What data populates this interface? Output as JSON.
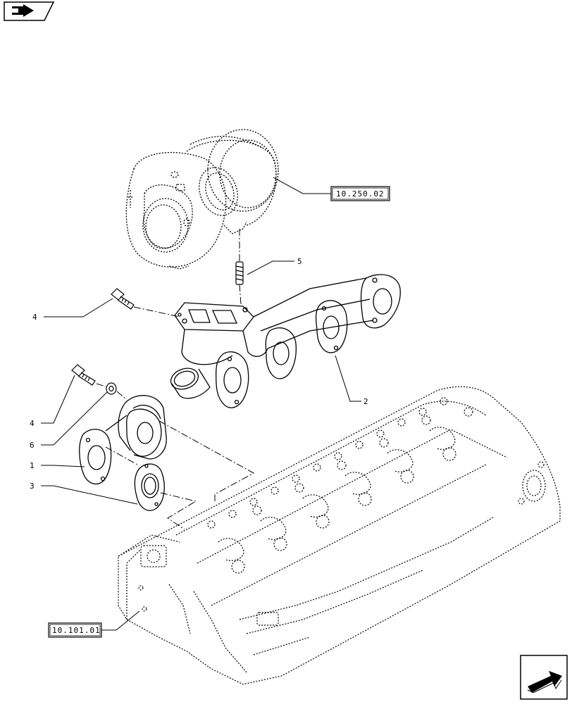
{
  "callouts": [
    {
      "id": "c5",
      "label": "5"
    },
    {
      "id": "c4a",
      "label": "4"
    },
    {
      "id": "c2",
      "label": "2"
    },
    {
      "id": "c4b",
      "label": "4"
    },
    {
      "id": "c6",
      "label": "6"
    },
    {
      "id": "c1",
      "label": "1"
    },
    {
      "id": "c3",
      "label": "3"
    }
  ],
  "references": {
    "turbocharger": "10.250.02",
    "cylinder_head": "10.101.01"
  },
  "icons": {
    "top_left": "page-back-icon",
    "bottom_right": "next-arrow-icon"
  },
  "colors": {
    "line": "#000000",
    "background": "#ffffff"
  }
}
